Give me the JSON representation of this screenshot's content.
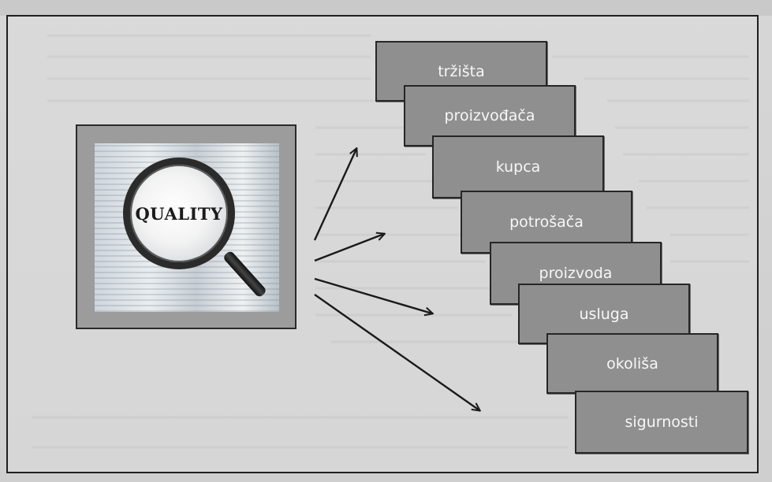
{
  "figure": {
    "center_image": {
      "lens_text": "QUALITY"
    },
    "categories": [
      "tržišta",
      "proizvođača",
      "kupca",
      "potrošača",
      "proizvoda",
      "usluga",
      "okoliša",
      "sigurnosti"
    ],
    "colors": {
      "box_fill": "#8f8f8f",
      "box_border": "#262626",
      "box_text": "#f7f7f7",
      "arrow": "#1a1a1a",
      "frame_border": "#1f1f1f"
    }
  }
}
